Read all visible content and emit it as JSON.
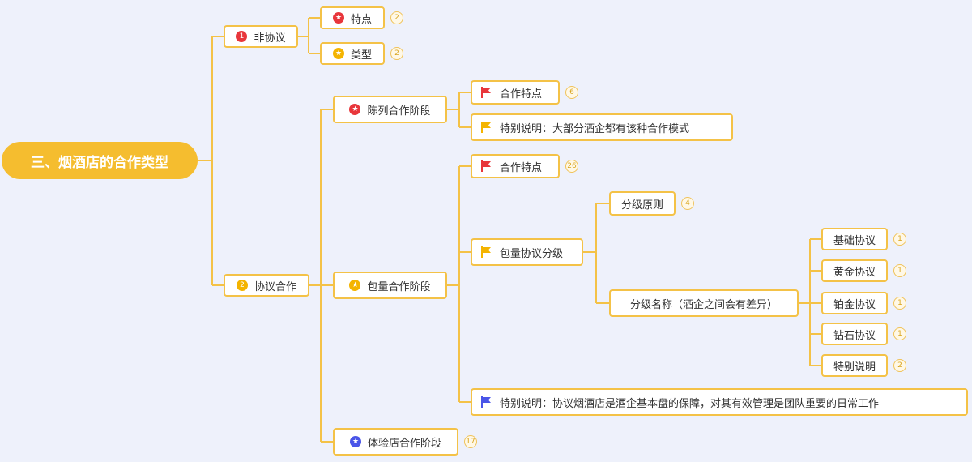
{
  "root": {
    "label": "三、烟酒店的合作类型"
  },
  "branch1": {
    "number": "1",
    "label": "非协议",
    "children": [
      {
        "label": "特点",
        "count": "2"
      },
      {
        "label": "类型",
        "count": "2"
      }
    ]
  },
  "branch2": {
    "number": "2",
    "label": "协议合作",
    "display": {
      "label": "陈列合作阶段",
      "features": {
        "label": "合作特点",
        "count": "6"
      },
      "note": {
        "label": "特别说明：大部分酒企都有该种合作模式"
      }
    },
    "package": {
      "label": "包量合作阶段",
      "features": {
        "label": "合作特点",
        "count": "26"
      },
      "tiers": {
        "label": "包量协议分级",
        "principle": {
          "label": "分级原则",
          "count": "4"
        },
        "names": {
          "label": "分级名称（酒企之间会有差异）",
          "items": [
            {
              "label": "基础协议",
              "count": "1"
            },
            {
              "label": "黄金协议",
              "count": "1"
            },
            {
              "label": "铂金协议",
              "count": "1"
            },
            {
              "label": "钻石协议",
              "count": "1"
            },
            {
              "label": "特别说明",
              "count": "2"
            }
          ]
        }
      },
      "note": {
        "label": "特别说明：协议烟酒店是酒企基本盘的保障，对其有效管理是团队重要的日常工作"
      }
    },
    "experience": {
      "label": "体验店合作阶段",
      "count": "17"
    }
  },
  "colors": {
    "line": "#f4c247",
    "root": "#f5bd2f",
    "marker_red": "#e8363b",
    "marker_yellow": "#f4b400",
    "marker_blue": "#4a55e8"
  }
}
